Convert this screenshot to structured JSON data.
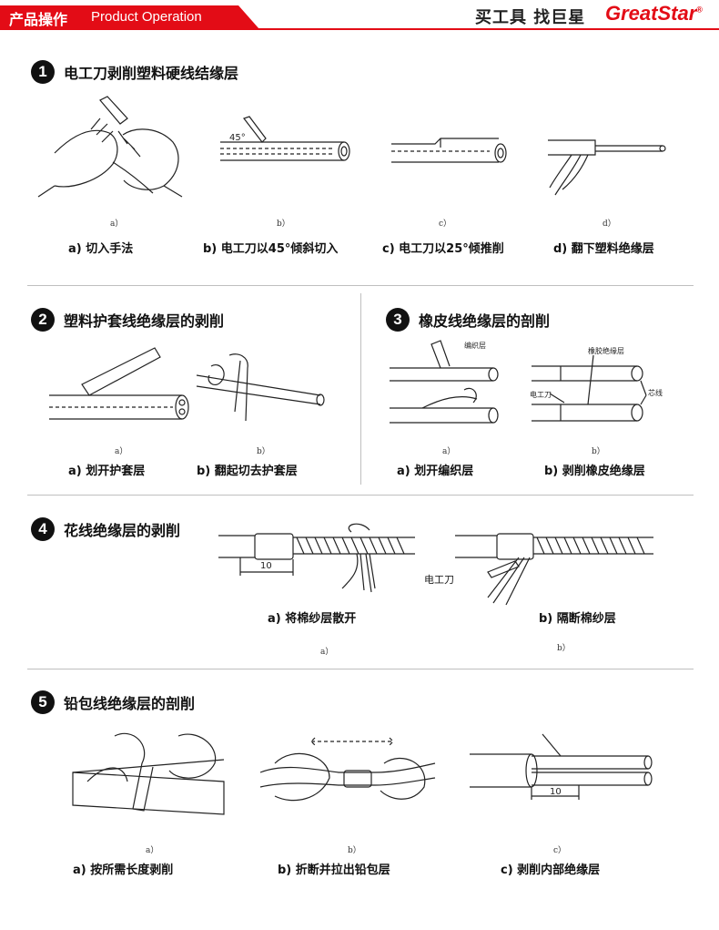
{
  "header": {
    "tab_cn": "产品操作",
    "tab_en": "Product Operation",
    "slogan": "买工具 找巨星",
    "brand": "GreatStar",
    "brand_mark": "®",
    "accent_color": "#e30c16"
  },
  "sections": [
    {
      "number": "1",
      "title": "电工刀剥削塑料硬线结缘层",
      "steps": [
        {
          "sublabel": "a）",
          "caption": "a) 切入手法"
        },
        {
          "sublabel": "b）",
          "caption": "b) 电工刀以45°倾斜切入",
          "angle_label": "45°"
        },
        {
          "sublabel": "c）",
          "caption": "c) 电工刀以25°倾推削"
        },
        {
          "sublabel": "d）",
          "caption": "d) 翻下塑料绝缘层"
        }
      ]
    },
    {
      "number": "2",
      "title": "塑料护套线绝缘层的剥削",
      "steps": [
        {
          "sublabel": "a）",
          "caption": "a) 划开护套层"
        },
        {
          "sublabel": "b）",
          "caption": "b) 翻起切去护套层"
        }
      ]
    },
    {
      "number": "3",
      "title": "橡皮线绝缘层的剖削",
      "steps": [
        {
          "sublabel": "a）",
          "caption": "a) 划开编织层",
          "tag": "编织层"
        },
        {
          "sublabel": "b）",
          "caption": "b) 剥削橡皮绝缘层",
          "tags": [
            "橡胶绝缘层",
            "电工刀",
            "芯线"
          ]
        }
      ]
    },
    {
      "number": "4",
      "title": "花线绝缘层的剥削",
      "steps": [
        {
          "sublabel": "a）",
          "caption": "a) 将棉纱层散开",
          "dimension": "10"
        },
        {
          "sublabel": "b）",
          "caption": "b) 隔断棉纱层",
          "tag": "电工刀"
        }
      ]
    },
    {
      "number": "5",
      "title": "铅包线绝缘层的剖削",
      "steps": [
        {
          "sublabel": "a）",
          "caption": "a) 按所需长度剥削"
        },
        {
          "sublabel": "b）",
          "caption": "b) 折断并拉出铅包层"
        },
        {
          "sublabel": "c）",
          "caption": "c) 剥削内部绝缘层",
          "dimension": "10"
        }
      ]
    }
  ]
}
